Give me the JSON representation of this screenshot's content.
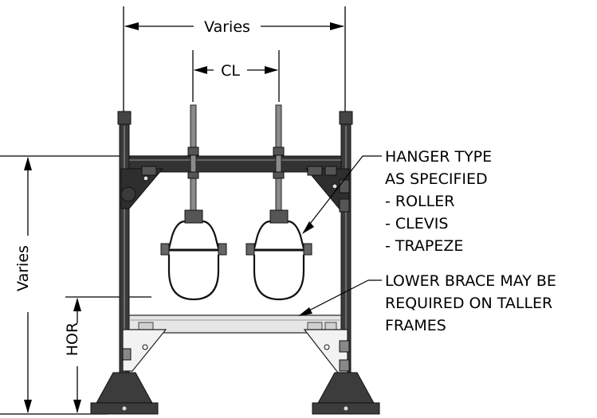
{
  "dimensions": {
    "width_label": "Varies",
    "centerline_label": "CL",
    "height_label": "Varies",
    "hor_label": "HOR"
  },
  "callouts": {
    "hanger": {
      "lines": [
        "HANGER TYPE",
        "AS SPECIFIED",
        "- ROLLER",
        "- CLEVIS",
        "- TRAPEZE"
      ]
    },
    "lower_brace": {
      "lines": [
        "LOWER BRACE MAY BE",
        "REQUIRED ON TALLER",
        "FRAMES"
      ]
    }
  }
}
